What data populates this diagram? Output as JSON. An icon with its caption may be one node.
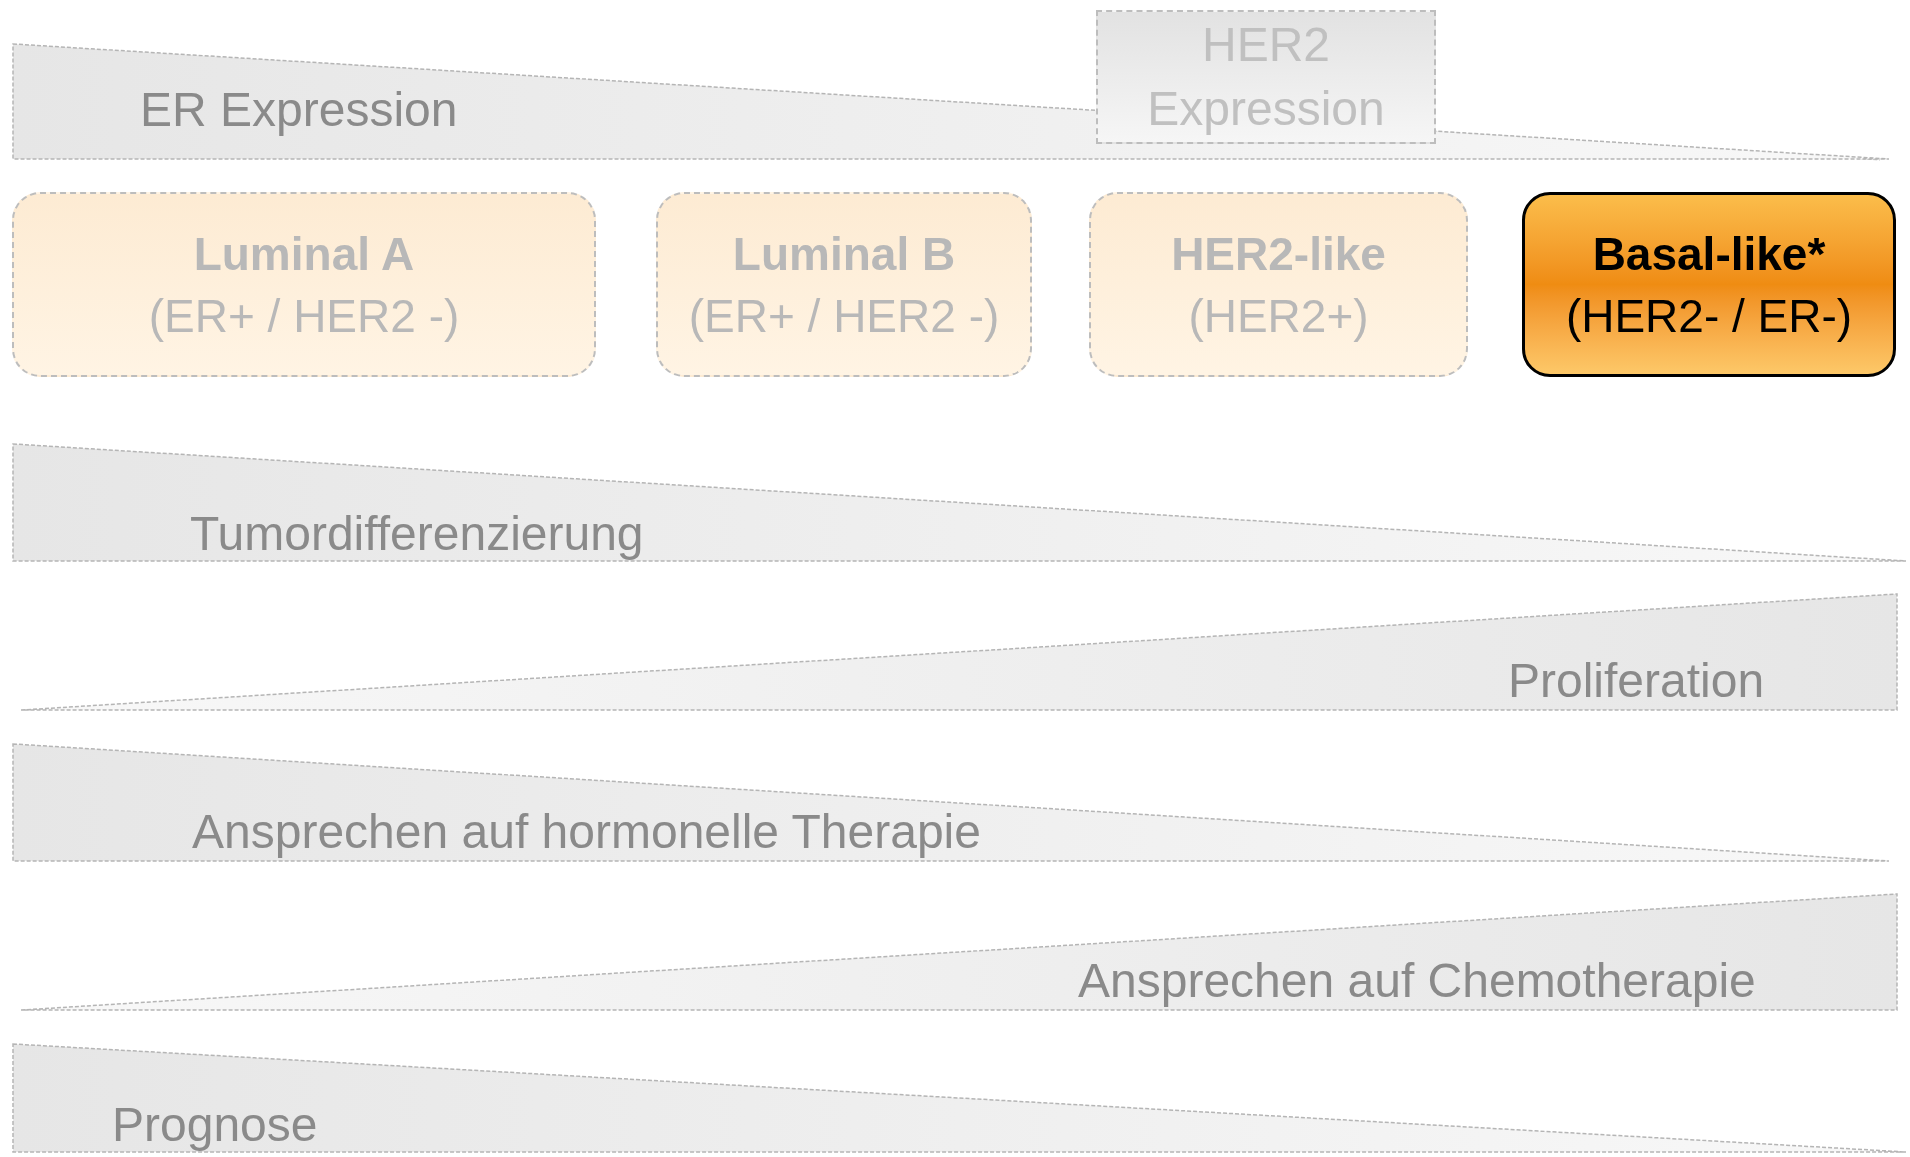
{
  "diagram": {
    "nodes": [
      {
        "text": [
          "ER Expression"
        ]
      },
      {
        "text": [
          "HER2 Expression"
        ]
      },
      {
        "text": [
          "Luminal A",
          "(ER+ / HER2 -)"
        ]
      },
      {
        "text": [
          "Luminal B",
          "(ER+ / HER2 -)"
        ]
      },
      {
        "text": [
          "HER2-like",
          "(HER2+)"
        ]
      },
      {
        "text": [
          "Basal-like*",
          "(HER2- / ER-)"
        ]
      },
      {
        "text": [
          "Tumordifferenzierung"
        ]
      },
      {
        "text": [
          "Proliferation"
        ]
      },
      {
        "text": [
          "Ansprechen auf hormonelle Therapie"
        ]
      },
      {
        "text": [
          "Ansprechen auf Chemotherapie"
        ]
      },
      {
        "text": [
          "Prognose"
        ]
      }
    ]
  }
}
